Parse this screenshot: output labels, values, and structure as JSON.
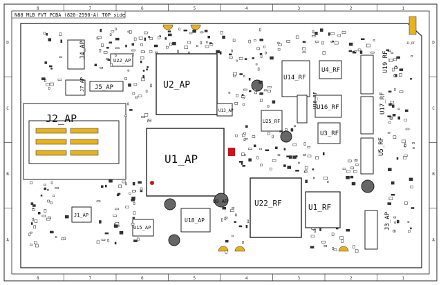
{
  "title": "N88 MLB FVT PCBA (820-2590-A) TOP side",
  "border": {
    "columns": [
      "8",
      "7",
      "6",
      "5",
      "4",
      "3",
      "2",
      "1"
    ],
    "rows": [
      "D",
      "C",
      "B",
      "A"
    ]
  },
  "components": [
    {
      "id": "J4_AP",
      "label": "J4_AP"
    },
    {
      "id": "J5_AP",
      "label": "J5_AP"
    },
    {
      "id": "J7_AP",
      "label": "J7_AP"
    },
    {
      "id": "J2_AP",
      "label": "J2_AP"
    },
    {
      "id": "U22_AP",
      "label": "U22_AP"
    },
    {
      "id": "U2_AP",
      "label": "U2_AP"
    },
    {
      "id": "U1_AP",
      "label": "U1_AP"
    },
    {
      "id": "U13_AP",
      "label": "U13_AP"
    },
    {
      "id": "U14_RF",
      "label": "U14_RF"
    },
    {
      "id": "U4_RF",
      "label": "U4_RF"
    },
    {
      "id": "U19_RF",
      "label": "U19_RF"
    },
    {
      "id": "U16_RF",
      "label": "U16_RF"
    },
    {
      "id": "U10_RF",
      "label": "U10_RF"
    },
    {
      "id": "U17_RF",
      "label": "U17_RF"
    },
    {
      "id": "U25_RF",
      "label": "U25_RF"
    },
    {
      "id": "U3_RF",
      "label": "U3_RF"
    },
    {
      "id": "U5_RF",
      "label": "U5_RF"
    },
    {
      "id": "U22_RF",
      "label": "U22_RF"
    },
    {
      "id": "U1_RF",
      "label": "U1_RF"
    },
    {
      "id": "U18_AP",
      "label": "U18_AP"
    },
    {
      "id": "U15_AP",
      "label": "U15_AP"
    },
    {
      "id": "U9_AP",
      "label": "U9_AP"
    },
    {
      "id": "J1_AP",
      "label": "J1_AP"
    },
    {
      "id": "J3_AP",
      "label": "J3_AP"
    },
    {
      "id": "J1_RF",
      "label": "J1_RF"
    }
  ],
  "colors": {
    "outline": "#222222",
    "pad_gold": "#e8b21a",
    "via_red": "#c8161c",
    "ic_gray": "#555555",
    "silk": "#111111"
  }
}
